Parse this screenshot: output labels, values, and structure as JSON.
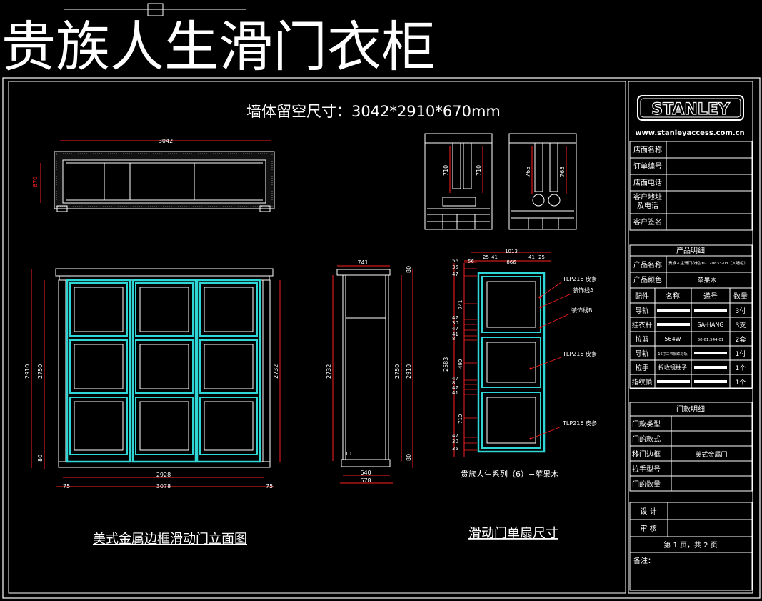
{
  "title": "贵族人生滑门衣柜",
  "wall_opening": "墙体留空尺寸：3042*2910*670mm",
  "brand": {
    "logo_text": "STANLEY",
    "website": "www.stanleyaccess.com.cn"
  },
  "top_plan": {
    "width_dim": "3042",
    "depth_dim": "670"
  },
  "section_left": {
    "dims": [
      "710",
      "710"
    ]
  },
  "section_right": {
    "dims": [
      "765",
      "765"
    ]
  },
  "front_elevation": {
    "left_dims": [
      "2910",
      "2750",
      "80"
    ],
    "right_dim": "2732",
    "bottom_dims": [
      "2928",
      "3078",
      "75",
      "75"
    ],
    "caption": "美式金属边框滑动门立面图"
  },
  "side_view": {
    "top_dim": "741",
    "left_dim": "2732",
    "right_dims": [
      "2750",
      "2910",
      "80",
      "80"
    ],
    "bottom_dims": [
      "640",
      "678"
    ],
    "small_dim": "10"
  },
  "door_panel": {
    "top_dims": [
      "1013",
      "56",
      "25",
      "41",
      "866",
      "41",
      "25"
    ],
    "left_dims": [
      "56",
      "35",
      "47",
      "741",
      "47",
      "30",
      "47",
      "41",
      "8",
      "490",
      "47",
      "8",
      "47",
      "41",
      "710",
      "47",
      "30",
      "35"
    ],
    "total_dim": "2583",
    "labels": [
      "TLP216 皮条",
      "装饰线A",
      "装饰线B",
      "TLP216 皮条",
      "TLP216 皮条"
    ],
    "series_caption": "贵族人生系列（6）−苹果木",
    "caption": "滑动门单扇尺寸"
  },
  "form_shop": [
    {
      "label": "店面名称",
      "value": ""
    },
    {
      "label": "订单编号",
      "value": ""
    },
    {
      "label": "店面电话",
      "value": ""
    },
    {
      "label": "客户地址\n及电话",
      "value": ""
    },
    {
      "label": "客户签名",
      "value": ""
    }
  ],
  "product_detail": {
    "heading": "产品明细",
    "name_label": "产品名称",
    "name_value": "贵族人生滑门衣柜/YG120833-03（入墙柜）",
    "color_label": "产品颜色",
    "color_value": "苹果木",
    "headers": [
      "配件",
      "名称",
      "递号",
      "数量"
    ],
    "rows": [
      {
        "part": "导轨",
        "name": "",
        "code": "",
        "qty": "3付"
      },
      {
        "part": "挂衣杆",
        "name": "",
        "code": "SA-HANG",
        "qty": "3支"
      },
      {
        "part": "拉篮",
        "name": "564W",
        "code": "30.61.544.01",
        "qty": "2套"
      },
      {
        "part": "导轨",
        "name": "16寸三节钢珠导轨",
        "code": "",
        "qty": "1付"
      },
      {
        "part": "拉手",
        "name": "拆收镜柱子",
        "code": "",
        "qty": "1个"
      },
      {
        "part": "指纹锁",
        "name": "",
        "code": "",
        "qty": "1个"
      }
    ]
  },
  "door_detail": {
    "heading": "门款明细",
    "rows": [
      {
        "label": "门款类型",
        "value": ""
      },
      {
        "label": "门的款式",
        "value": ""
      },
      {
        "label": "移门边框",
        "value": "美式金属门"
      },
      {
        "label": "拉手型号",
        "value": ""
      },
      {
        "label": "门的数量",
        "value": ""
      }
    ]
  },
  "signoff": {
    "design_label": "设 计",
    "review_label": "审 核",
    "page": "第 1 页，共 2 页",
    "note_label": "备注："
  },
  "colors": {
    "line": "#ffffff",
    "dimension": "#ff2020",
    "accent": "#2fd6d6",
    "background": "#000000"
  }
}
